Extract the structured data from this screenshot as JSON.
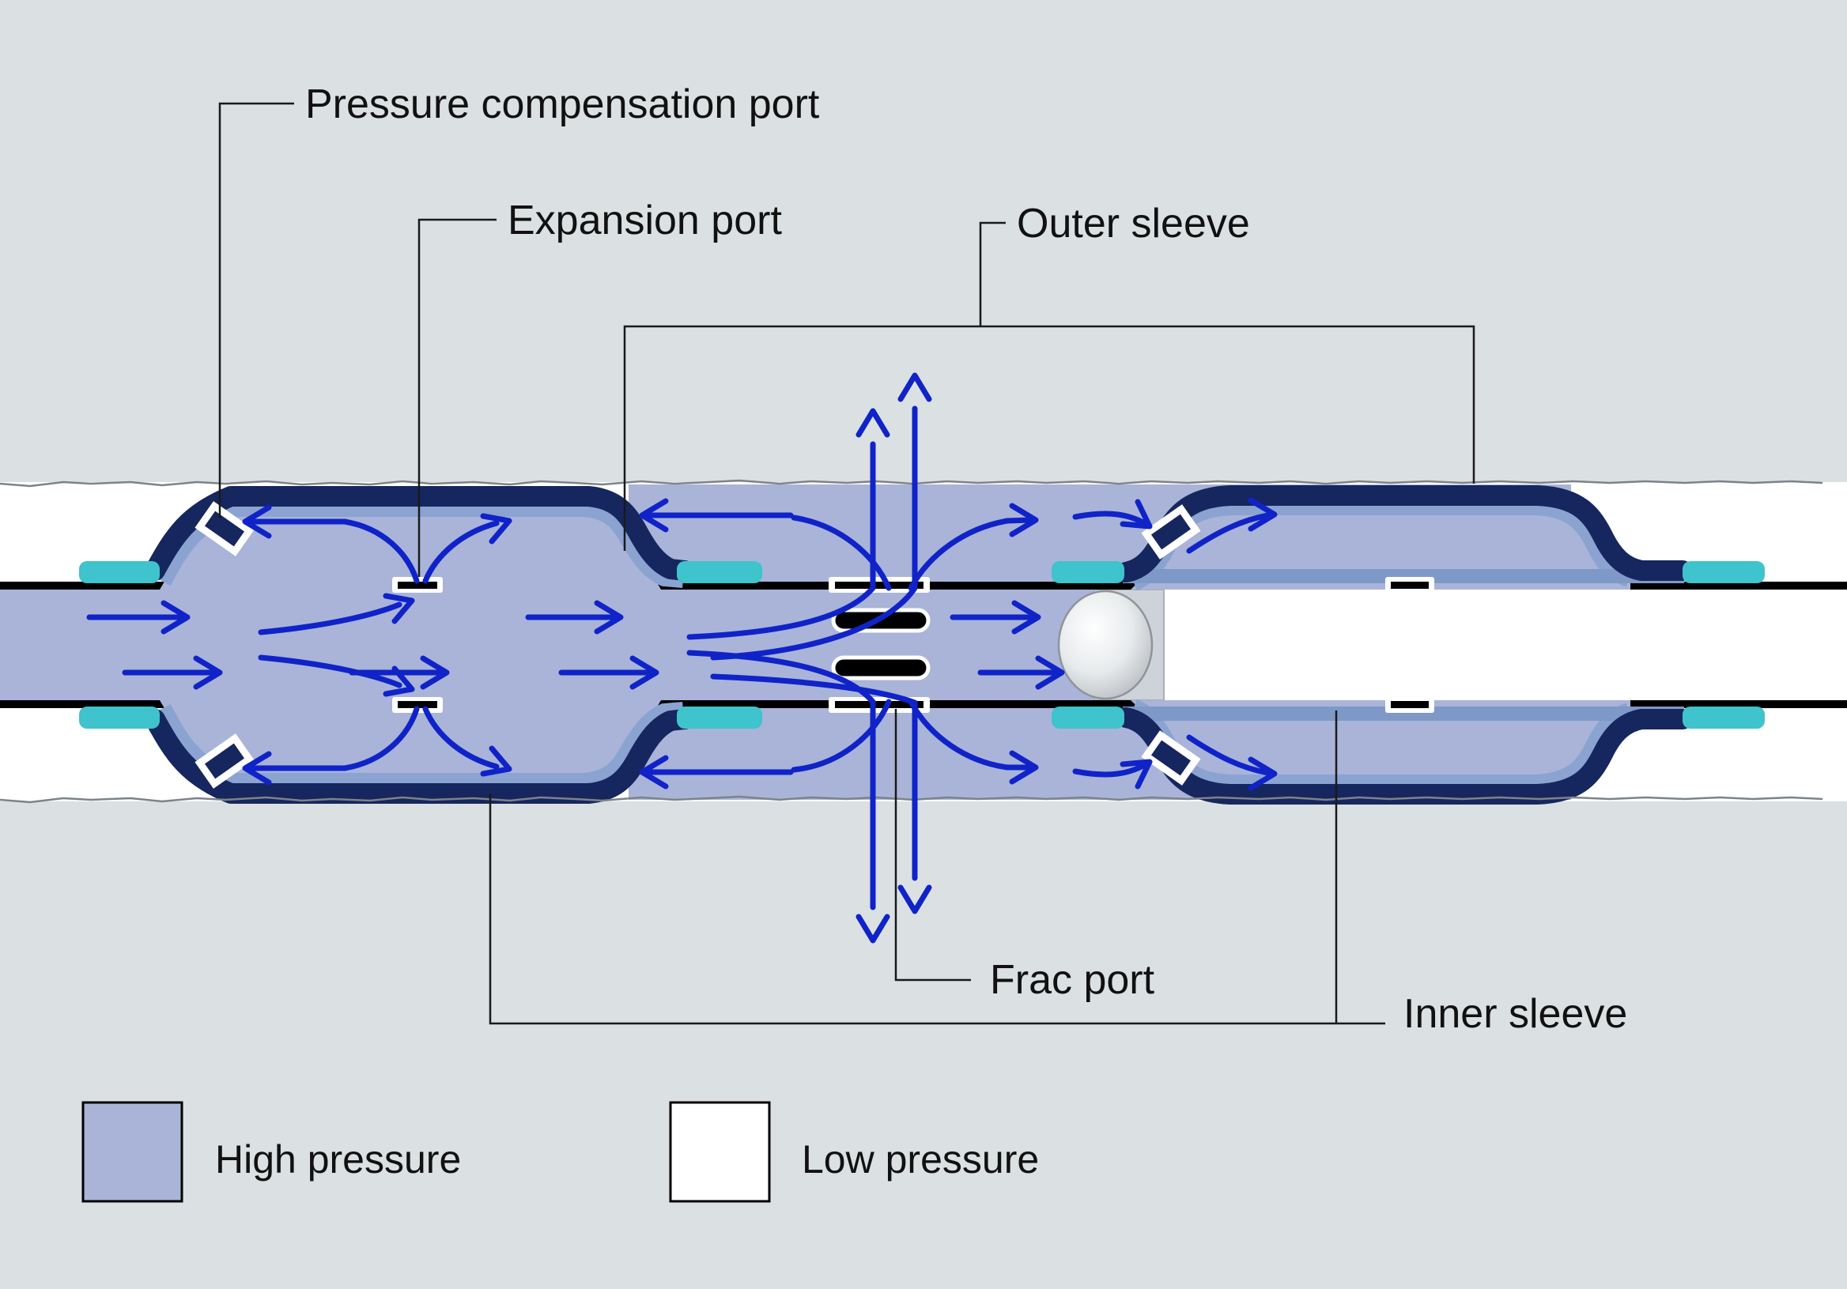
{
  "labels": {
    "pressure_compensation_port": "Pressure compensation port",
    "expansion_port": "Expansion port",
    "outer_sleeve": "Outer sleeve",
    "frac_port": "Frac port",
    "inner_sleeve": "Inner sleeve"
  },
  "legend": {
    "high_pressure": "High pressure",
    "low_pressure": "Low pressure"
  },
  "colors": {
    "background": "#dbe0e2",
    "high_pressure": "#a9b4d8",
    "low_pressure": "#ffffff",
    "outer_shell_navy": "#16265e",
    "inner_lining": "#8ba3d1",
    "inner_sleeve_band": "#7e99c7",
    "seal_teal": "#3fc3cd",
    "arrow_blue": "#1023c8",
    "line_black": "#000000",
    "seat_gray": "#ced3d9",
    "rock_line": "#7d8388",
    "leader_line": "#1a1a1a"
  }
}
